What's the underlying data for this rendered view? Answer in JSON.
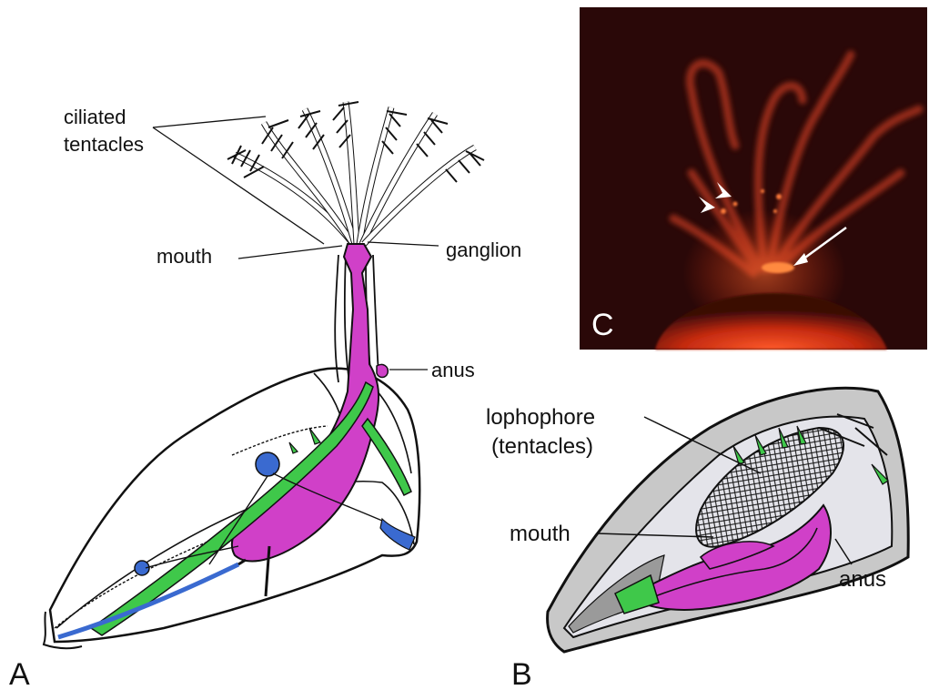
{
  "panels": {
    "a": {
      "letter": "A"
    },
    "b": {
      "letter": "B"
    },
    "c": {
      "letter": "C"
    }
  },
  "labels_a": {
    "ciliated_line1": "ciliated",
    "ciliated_line2": "tentacles",
    "mouth": "mouth",
    "ganglion": "ganglion",
    "anus": "anus"
  },
  "labels_b": {
    "lophophore_line1": "lophophore",
    "lophophore_line2": "(tentacles)",
    "mouth": "mouth",
    "anus": "anus"
  },
  "colors": {
    "gut": "#d040c8",
    "muscle": "#3fc84a",
    "nerve": "#3a6ad0",
    "shell_fill_b": "#c8c8c8",
    "inner_fill_b": "#e4e4ea",
    "fluorescence": "#ff4a1a",
    "photo_bg": "#2a0808"
  }
}
